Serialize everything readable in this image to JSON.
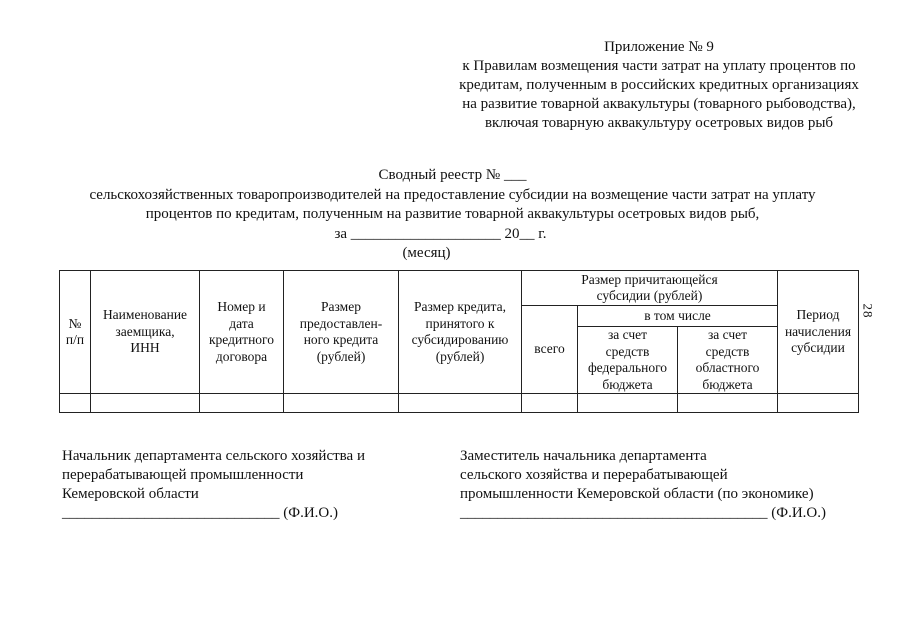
{
  "header_note": {
    "lines": [
      "Приложение  № 9",
      "к Правилам  возмещения части затрат на уплату процентов по",
      "кредитам, полученным в российских кредитных организациях",
      "на развитие товарной аквакультуры (товарного рыбоводства),",
      "включая товарную аквакультуру   осетровых видов рыб"
    ]
  },
  "title": {
    "line1": "Сводный реестр № ___",
    "line2": "сельскохозяйственных товаропроизводителей  на предоставление субсидии на возмещение части затрат на уплату",
    "line3": "процентов по кредитам,  полученным   на развитие товарной аквакультуры осетровых видов рыб,",
    "line4": "за ____________________ 20__ г.",
    "line5": "(месяц)"
  },
  "table": {
    "col_num": "№\nп/п",
    "col_borrower": "Наименование\nзаемщика,\nИНН",
    "col_contract": "Номер и\nдата\nкредитного\nдоговора",
    "col_credit_size": "Размер\nпредоставлен-\nного кредита\n(рублей)",
    "col_credit_accepted": "Размер кредита,\nпринятого к\nсубсидированию\n(рублей)",
    "col_subsidy_group": "Размер причитающейся\nсубсидии (рублей)",
    "col_total": "всего",
    "col_including": "в том числе",
    "col_federal": "за счет\nсредств\nфедерального\nбюджета",
    "col_regional": "за счет\nсредств\nобластного\nбюджета",
    "col_period": "Период\nначисления\nсубсидии",
    "body_row": [
      "",
      "",
      "",
      "",
      "",
      "",
      "",
      "",
      ""
    ]
  },
  "page_number": "28",
  "signatures": {
    "left": {
      "lines": [
        "Начальник департамента сельского хозяйства и",
        "перерабатывающей  промышленности",
        "Кемеровской области"
      ],
      "sign_line": "_____________________________ (Ф.И.О.)"
    },
    "right": {
      "lines": [
        "Заместитель начальника департамента",
        "сельского хозяйства и перерабатывающей",
        "промышленности Кемеровской области (по экономике)"
      ],
      "sign_line": "_________________________________________ (Ф.И.О.)"
    }
  }
}
